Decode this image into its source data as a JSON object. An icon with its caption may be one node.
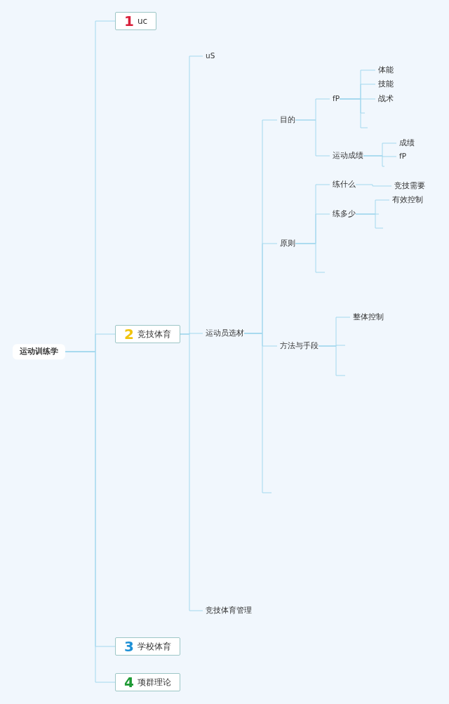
{
  "diagram": {
    "nodes": [
      {
        "text": [
          "运动训练学"
        ]
      },
      {
        "text": [
          "1",
          "uc"
        ]
      },
      {
        "text": [
          "2",
          "竞技体育"
        ]
      },
      {
        "text": [
          "uS"
        ]
      },
      {
        "text": [
          "运动员选材"
        ]
      },
      {
        "text": [
          "目的"
        ]
      },
      {
        "text": [
          "fP"
        ]
      },
      {
        "text": [
          "体能"
        ]
      },
      {
        "text": [
          "技能"
        ]
      },
      {
        "text": [
          "战术"
        ]
      },
      {
        "text": [
          "运动成绩"
        ]
      },
      {
        "text": [
          "成绩"
        ]
      },
      {
        "text": [
          "fP"
        ]
      },
      {
        "text": [
          "原则"
        ]
      },
      {
        "text": [
          "练什么"
        ]
      },
      {
        "text": [
          "竞技需要"
        ]
      },
      {
        "text": [
          "练多少"
        ]
      },
      {
        "text": [
          "有效控制"
        ]
      },
      {
        "text": [
          "方法与手段"
        ]
      },
      {
        "text": [
          "整体控制"
        ]
      },
      {
        "text": [
          "竞技体育管理"
        ]
      },
      {
        "text": [
          "3",
          "学校体育"
        ]
      },
      {
        "text": [
          "4",
          "项群理论"
        ]
      }
    ],
    "edges": [
      {
        "from": 0,
        "to": 1,
        "arrow": "none"
      },
      {
        "from": 0,
        "to": 2,
        "arrow": "none"
      },
      {
        "from": 0,
        "to": 21,
        "arrow": "none"
      },
      {
        "from": 0,
        "to": 22,
        "arrow": "none"
      },
      {
        "from": 2,
        "to": 3,
        "arrow": "none"
      },
      {
        "from": 2,
        "to": 4,
        "arrow": "none"
      },
      {
        "from": 2,
        "to": 20,
        "arrow": "none"
      },
      {
        "from": 4,
        "to": 5,
        "arrow": "none"
      },
      {
        "from": 4,
        "to": 13,
        "arrow": "none"
      },
      {
        "from": 4,
        "to": 18,
        "arrow": "none"
      },
      {
        "from": 4,
        "to": null,
        "arrow": "none"
      },
      {
        "from": 5,
        "to": 6,
        "arrow": "none"
      },
      {
        "from": 5,
        "to": 10,
        "arrow": "none"
      },
      {
        "from": 6,
        "to": 7,
        "arrow": "none"
      },
      {
        "from": 6,
        "to": 8,
        "arrow": "none"
      },
      {
        "from": 6,
        "to": 9,
        "arrow": "none"
      },
      {
        "from": 6,
        "to": null,
        "arrow": "none"
      },
      {
        "from": 6,
        "to": null,
        "arrow": "none"
      },
      {
        "from": 10,
        "to": 11,
        "arrow": "none"
      },
      {
        "from": 10,
        "to": 12,
        "arrow": "none"
      },
      {
        "from": 10,
        "to": null,
        "arrow": "none"
      },
      {
        "from": 13,
        "to": 14,
        "arrow": "none"
      },
      {
        "from": 13,
        "to": 16,
        "arrow": "none"
      },
      {
        "from": 13,
        "to": null,
        "arrow": "none"
      },
      {
        "from": 14,
        "to": 15,
        "arrow": "none"
      },
      {
        "from": 16,
        "to": 17,
        "arrow": "none"
      },
      {
        "from": 16,
        "to": null,
        "arrow": "none"
      },
      {
        "from": 16,
        "to": null,
        "arrow": "none"
      },
      {
        "from": 18,
        "to": 19,
        "arrow": "none"
      },
      {
        "from": 18,
        "to": null,
        "arrow": "none"
      },
      {
        "from": 18,
        "to": null,
        "arrow": "none"
      }
    ]
  }
}
